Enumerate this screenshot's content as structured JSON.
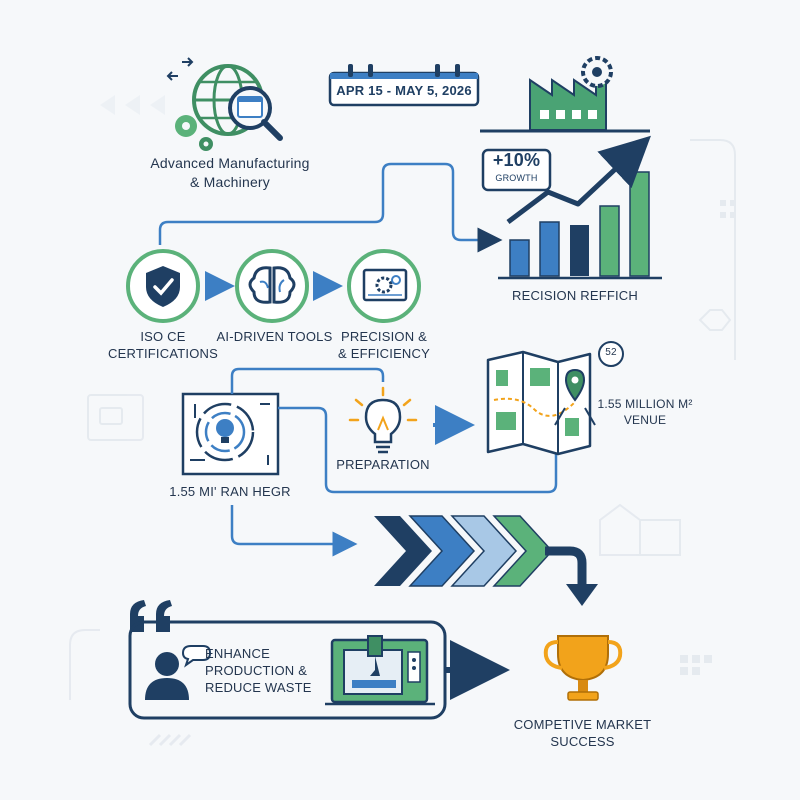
{
  "header": {
    "title_line1": "Advanced Manufacturing",
    "title_line2": "& Machinery",
    "date_range": "APR 15 - MAY 5, 2026"
  },
  "growth": {
    "value": "+10%",
    "label": "GROWTH",
    "caption": "RECISION REFFICH"
  },
  "steps": [
    {
      "line1": "ISO CE",
      "line2": "CERTIFICATIONS",
      "icon": "shield-check-icon"
    },
    {
      "line1": "AI-DRIVEN TOOLS",
      "line2": "",
      "icon": "brain-icon"
    },
    {
      "line1": "PRECISION &",
      "line2": "& EFFICIENCY",
      "icon": "blueprint-gears-icon"
    }
  ],
  "middle": {
    "maze_caption": "1.55 MI' RAN HEGR",
    "preparation": "PREPARATION",
    "map_badge": "52",
    "venue_line1": "1.55 MILLION M²",
    "venue_line2": "VENUE"
  },
  "bottom": {
    "enhance_line1": "ENHANCE",
    "enhance_line2": "PRODUCTION &",
    "enhance_line3": "REDUCE WASTE",
    "success_line1": "COMPETIVE MARKET",
    "success_line2": "SUCCESS"
  },
  "colors": {
    "navy": "#1f3f63",
    "blue": "#3d7fc4",
    "green": "#5bb27a",
    "dark_green": "#3f8f63",
    "light_blue": "#a8c8e6",
    "gold": "#f2a31b"
  }
}
